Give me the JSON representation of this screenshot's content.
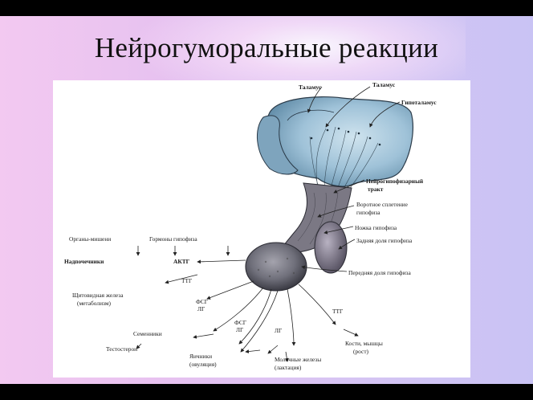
{
  "slide": {
    "title": "Нейрогуморальные реакции"
  },
  "diagram": {
    "labels": {
      "thalamus_left": "Таламус",
      "thalamus_right": "Таламус",
      "hypothalamus": "Гипоталамус",
      "neuro_tract_1": "Нейрогипофизарный",
      "neuro_tract_2": "тракт",
      "portal_1": "Воротное сплетение",
      "portal_2": "гипофиза",
      "stalk": "Ножка гипофиза",
      "posterior": "Задняя доля гипофиза",
      "anterior": "Передняя доля гипофиза",
      "target_organs": "Органы-мишени",
      "pituitary_hormones": "Гормоны гипофиза",
      "adrenals": "Надпочечники",
      "actg": "АКТГ",
      "ttg_left": "ТТГ",
      "thyroid_1": "Щитовидная железа",
      "thyroid_2": "(метаболизм)",
      "fsg_lg_1a": "ФСГ",
      "fsg_lg_1b": "ЛГ",
      "testes": "Семенники",
      "testosterone": "Тестостерон",
      "fsg_lg_2a": "ФСГ",
      "fsg_lg_2b": "ЛГ",
      "ovaries_1": "Яичники",
      "ovaries_2": "(овуляция)",
      "lg": "ЛГ",
      "mammary_1": "Молочные железы",
      "mammary_2": "(лактация)",
      "ttg_right": "ТТГ",
      "bones_1": "Кости, мышцы",
      "bones_2": "(рост)"
    },
    "colors": {
      "brain": "#9fc2d8",
      "gland": "#6f6f7a",
      "background_left": "#f3c9f1",
      "background_right": "#c9c3f4"
    }
  }
}
